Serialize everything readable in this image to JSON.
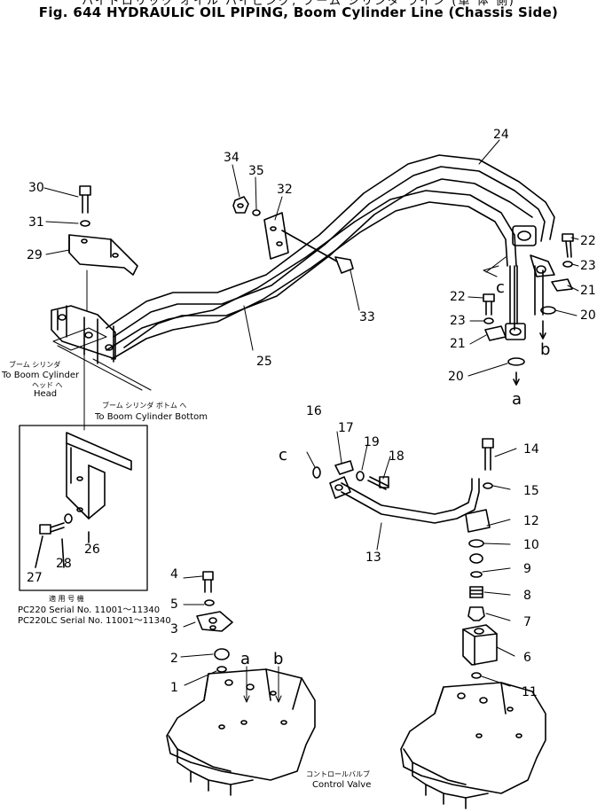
{
  "figure": {
    "title_jp": "ハイドロリック オイル パイピング, ブーム シリンダ ライン (車 体 側)",
    "title": "Fig. 644 HYDRAULIC OIL PIPING, Boom Cylinder Line (Chassis Side)"
  },
  "callouts": {
    "p1": "1",
    "p2": "2",
    "p3": "3",
    "p4": "4",
    "p5": "5",
    "p6": "6",
    "p7": "7",
    "p8": "8",
    "p9": "9",
    "p10": "10",
    "p11": "11",
    "p12": "12",
    "p13": "13",
    "p14": "14",
    "p15": "15",
    "p16": "16",
    "p17": "17",
    "p18": "18",
    "p19": "19",
    "p20a": "20",
    "p20b": "20",
    "p21a": "21",
    "p21b": "21",
    "p22a": "22",
    "p22b": "22",
    "p23a": "23",
    "p23b": "23",
    "p24": "24",
    "p25": "25",
    "p26": "26",
    "p27": "27",
    "p28": "28",
    "p29": "29",
    "p30": "30",
    "p31": "31",
    "p32": "32",
    "p33": "33",
    "p34": "34",
    "p35": "35"
  },
  "letters": {
    "a1": "a",
    "a2": "a",
    "b1": "b",
    "b2": "b",
    "c1": "c",
    "c2": "c"
  },
  "notes": {
    "head_jp": "ブーム シリンダ",
    "head_en": "To Boom Cylinder",
    "head_jp2": "ヘッド へ",
    "head_en2": "Head",
    "bottom_jp": "ブーム シリンダ ボトム へ",
    "bottom_en": "To Boom Cylinder Bottom",
    "serial_jp": "適 用 号 機",
    "serial_row1": "PC220   Serial No. 11001～11340",
    "serial_row2": "PC220LC Serial No. 11001～11340",
    "valve_jp": "コントロールバルブ",
    "valve_en": "Control Valve"
  }
}
